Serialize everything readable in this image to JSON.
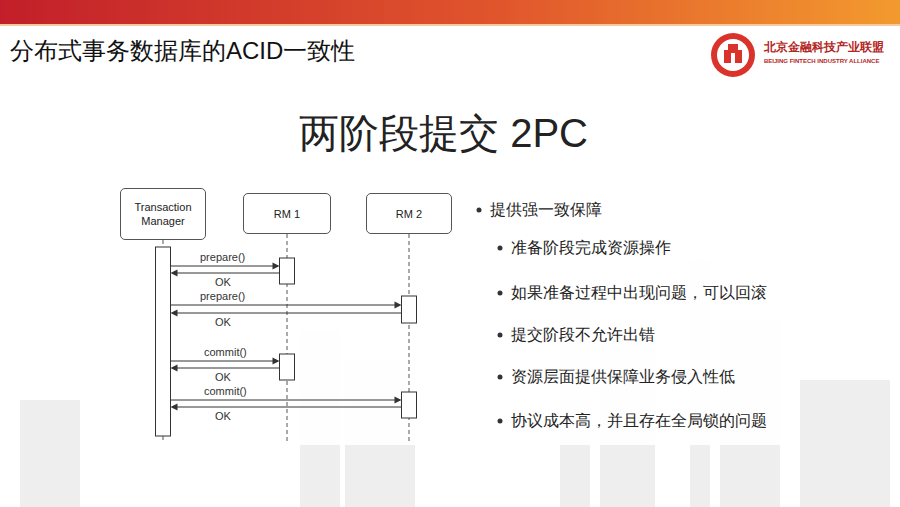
{
  "diagram": {
    "title": "分布式事务数据库的ACID一致性",
    "nodes": [
      {
        "text": [
          "Transaction Manager"
        ]
      },
      {
        "text": [
          "RM 1"
        ]
      },
      {
        "text": [
          "RM 2"
        ]
      }
    ],
    "edges": [
      {
        "from": 0,
        "to": 1,
        "label": "prepare()",
        "arrow": "to"
      },
      {
        "from": 1,
        "to": 0,
        "label": "OK",
        "arrow": "to"
      },
      {
        "from": 0,
        "to": 2,
        "label": "prepare()",
        "arrow": "to"
      },
      {
        "from": 2,
        "to": 0,
        "label": "OK",
        "arrow": "to"
      },
      {
        "from": 0,
        "to": 1,
        "label": "commit()",
        "arrow": "to"
      },
      {
        "from": 1,
        "to": 0,
        "label": "OK",
        "arrow": "to"
      },
      {
        "from": 0,
        "to": 2,
        "label": "commit()",
        "arrow": "to"
      },
      {
        "from": 2,
        "to": 0,
        "label": "OK",
        "arrow": "to"
      }
    ],
    "labels": [
      "北京金融科技产业联盟",
      "BEIJING FINTECH INDUSTRY ALLIANCE",
      "两阶段提交 2PC",
      "提供强一致保障",
      "准备阶段完成资源操作",
      "如果准备过程中出现问题，可以回滚",
      "提交阶段不允许出错",
      "资源层面提供保障业务侵入性低",
      "协议成本高，并且存在全局锁的问题"
    ]
  }
}
